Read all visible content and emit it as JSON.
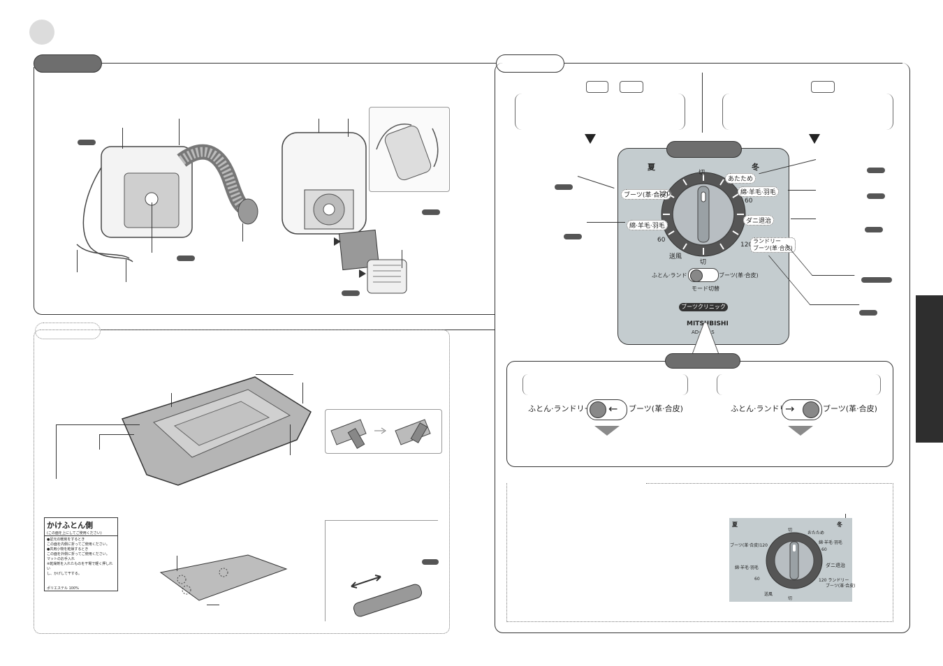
{
  "dial_panel": {
    "season_summer": "夏",
    "season_winter": "冬",
    "dial_off_top": "切",
    "dial_off_bottom": "切",
    "mode_atatame": "あたため",
    "mode_boots_left": "ブーツ(革·合皮)",
    "num_120_left": "120",
    "mode_wool_right": "綿·羊毛·羽毛",
    "num_60_right": "60",
    "mode_mites": "ダニ退治",
    "mode_wool_left": "綿·羊毛·羽毛",
    "num_60_left": "60",
    "num_120_right": "120",
    "mode_laundry_line1": "ランドリー",
    "mode_laundry_line2": "ブーツ(革·合皮)",
    "mode_fan": "送風",
    "switch_left_label": "ふとん·ランドリー",
    "switch_right_label": "ブーツ(革·合皮)",
    "switch_caption": "モード切替",
    "logo_text": "ブーツクリニック",
    "brand_text": "MITSUBISHI",
    "model_text": "AD-S ... S"
  },
  "mode_switch_examples": {
    "left_label_a": "ふとん·ランドリー",
    "right_label_a": "ブーツ(革·合皮)",
    "left_label_b": "ふとん·ランドリー",
    "right_label_b": "ブーツ(革·合皮)"
  },
  "mat_tag": {
    "title": "かけふとん側",
    "subtitle": "(この面を上にしてご使用ください)",
    "line1": "●足元の暖房をするとき",
    "line2": "この面を内側に折ってご使用ください。",
    "line3": "●共用小物を乾燥するとき",
    "line4": "この面を外側に折ってご使用ください。",
    "line5": "マットのお手入れ",
    "line6": "※乾燥剤を入れたものを干場で軽く押しれい",
    "line7": "し、かげして干する。",
    "material": "ポリエステル 100%"
  },
  "mini_dial": {
    "summer": "夏",
    "winter": "冬",
    "off_top": "切",
    "atatame": "おたため",
    "boots": "ブーツ(革·合皮)120",
    "wool_right": "綿·羊毛·羽毛",
    "sixty_right": "60",
    "wool_left": "綿·羊毛·羽毛",
    "sixty_left": "60",
    "mites": "ダニ退治",
    "laundry": "120 ランドリー",
    "laundry2": "ブーツ(革·合皮)",
    "fan": "送風",
    "off_bottom": "切"
  }
}
